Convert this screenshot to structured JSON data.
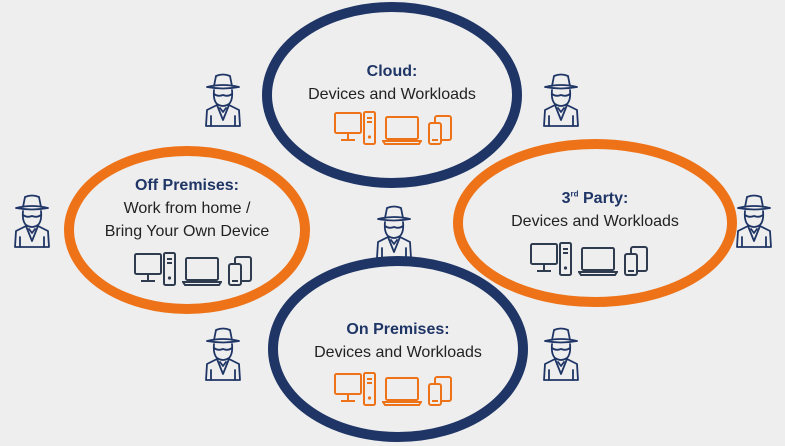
{
  "colors": {
    "navy": "#1f3566",
    "orange": "#ee7318",
    "background": "#eeeeee",
    "dark_icon": "#2f3b4f"
  },
  "zones": {
    "cloud": {
      "title": "Cloud:",
      "subtitle": "Devices and Workloads",
      "icons": [
        "desktop-icon",
        "laptop-icon",
        "mobile-devices-icon"
      ]
    },
    "off_premises": {
      "title": "Off Premises:",
      "subtitle_line1": "Work from home /",
      "subtitle_line2": "Bring Your Own Device",
      "icons": [
        "desktop-icon",
        "laptop-icon",
        "mobile-devices-icon"
      ]
    },
    "third_party": {
      "title_number": "3",
      "title_superscript": "rd",
      "title_rest": " Party:",
      "subtitle": "Devices and Workloads",
      "icons": [
        "desktop-icon",
        "laptop-icon",
        "mobile-devices-icon"
      ]
    },
    "on_premises": {
      "title": "On Premises:",
      "subtitle": "Devices and Workloads",
      "icons": [
        "desktop-icon",
        "laptop-icon",
        "mobile-devices-icon"
      ]
    }
  },
  "threat_icons": [
    "spy-icon",
    "spy-icon",
    "spy-icon",
    "spy-icon",
    "spy-icon",
    "spy-icon",
    "spy-icon",
    "spy-icon"
  ]
}
